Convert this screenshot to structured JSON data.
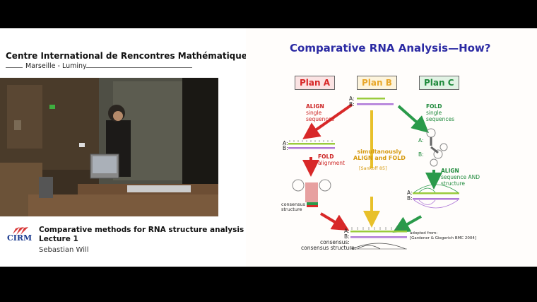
{
  "header": {
    "org_title": "Centre International de Rencontres Mathématiques",
    "org_location": "Marseille - Luminy"
  },
  "logo": {
    "text": "CIRM",
    "color": "#1a3a8f",
    "accent": "#d83b3b"
  },
  "talk": {
    "title": "Comparative methods for RNA structure analysis",
    "subtitle": "Lecture 1",
    "speaker": "Sebastian Will"
  },
  "slide": {
    "title": "Comparative RNA Analysis—How?",
    "plans": [
      "Plan A",
      "Plan B",
      "Plan C"
    ],
    "seq_a": "A:",
    "seq_b": "B:",
    "align_single": {
      "word": "ALIGN",
      "rest": [
        "single",
        "sequences"
      ]
    },
    "fold_single": {
      "word": "FOLD",
      "rest": [
        "single",
        "sequences"
      ]
    },
    "fold_alignment": {
      "word": "FOLD",
      "rest": [
        "alignment"
      ]
    },
    "simul": [
      "simultanously",
      "ALIGN and FOLD"
    ],
    "sankoff": "[Sankoff 85]",
    "align_seq_struct": {
      "word": "ALIGN",
      "rest": [
        "sequence AND",
        "structure"
      ]
    },
    "consensus_structure_small": [
      "consensus",
      "structure"
    ],
    "consensus": "consensus:",
    "consensus_structure": "consensus structure:",
    "adapted": [
      "adopted from:",
      "[Gardener & Giegerich BMC 2004]"
    ],
    "colors": {
      "title": "#2b2aa3",
      "red": "#d82828",
      "yellow": "#e8b92a",
      "green": "#2a9a4a",
      "green_seq": "#9acb3c",
      "purple": "#b07ad8"
    }
  }
}
